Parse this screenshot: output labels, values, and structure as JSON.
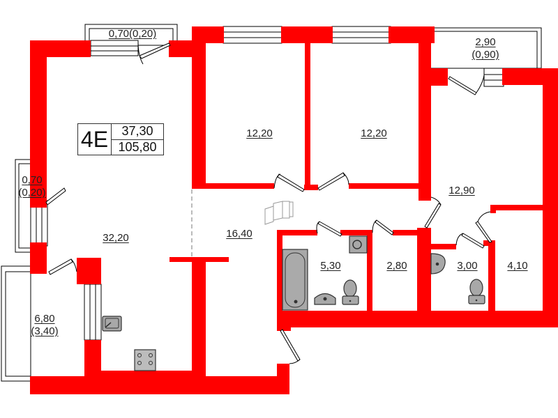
{
  "plan": {
    "apartment_code": "4E",
    "living_area": "37,30",
    "total_area": "105,80",
    "colors": {
      "walls": "#ff0000",
      "fixtures": "#a8a8a8",
      "lines": "#000000"
    },
    "rooms": [
      {
        "id": "living",
        "area": "32,20"
      },
      {
        "id": "hall",
        "area": "16,40"
      },
      {
        "id": "bedroom-1",
        "area": "12,20"
      },
      {
        "id": "bedroom-2",
        "area": "12,20"
      },
      {
        "id": "bedroom-3",
        "area": "12,90"
      },
      {
        "id": "bathroom",
        "area": "5,30"
      },
      {
        "id": "storage",
        "area": "2,80"
      },
      {
        "id": "wc",
        "area": "3,00"
      },
      {
        "id": "dressing",
        "area": "4,10"
      }
    ],
    "balconies": [
      {
        "id": "balcony-top-left",
        "area": "0,70(0,20)"
      },
      {
        "id": "balcony-left",
        "area": "0,70",
        "reduced": "(0,20)"
      },
      {
        "id": "loggia-bottom-left",
        "area": "6,80",
        "reduced": "(3,40)"
      },
      {
        "id": "balcony-top-right",
        "area": "2,90",
        "reduced": "(0,90)"
      }
    ]
  }
}
